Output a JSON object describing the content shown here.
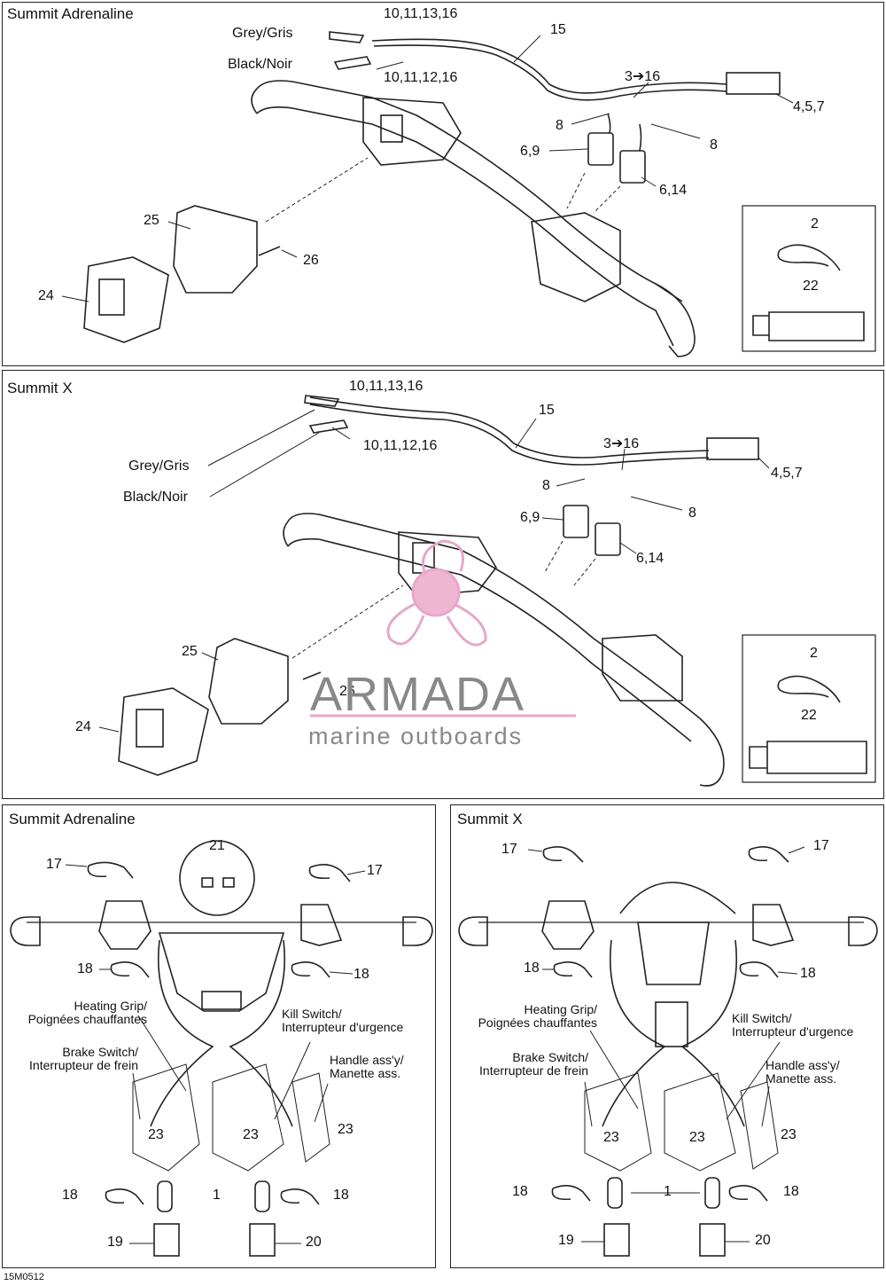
{
  "panels": {
    "top": {
      "title": "Summit Adrenaline"
    },
    "middle": {
      "title": "Summit X"
    },
    "bottom_left": {
      "title": "Summit Adrenaline"
    },
    "bottom_right": {
      "title": "Summit X"
    }
  },
  "callouts": {
    "grey": "Grey/Gris",
    "black": "Black/Noir",
    "c_10_11_13_16": "10,11,13,16",
    "c_10_11_12_16": "10,11,12,16",
    "c_15": "15",
    "c_3_16": "3➔16",
    "c_4_5_7": "4,5,7",
    "c_8": "8",
    "c_6_9": "6,9",
    "c_6_14": "6,14",
    "c_2": "2",
    "c_22": "22",
    "c_25": "25",
    "c_26": "26",
    "c_24": "24",
    "c_21": "21",
    "c_17": "17",
    "c_18": "18",
    "c_23": "23",
    "c_1": "1",
    "c_19": "19",
    "c_20": "20"
  },
  "wire_labels": {
    "heating_grip": "Heating Grip/\nPoignées chauffantes",
    "brake_switch": "Brake Switch/\nInterrupteur de frein",
    "kill_switch": "Kill Switch/\nInterrupteur d'urgence",
    "handle_assy": "Handle ass'y/\nManette ass."
  },
  "watermark": {
    "brand": "ARMADA",
    "tagline": "marine outboards"
  },
  "drawing_code": "15M0512"
}
